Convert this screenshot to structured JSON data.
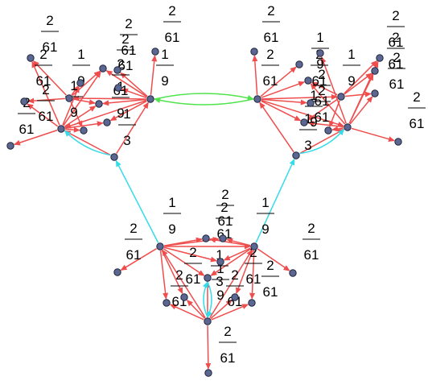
{
  "colors": {
    "red_edge": "#ef4d4d",
    "green_edge": "#4fe34c",
    "cyan_edge": "#36dbe8",
    "node_fill": "#5b6691",
    "node_stroke": "#20253d"
  },
  "nodes": [
    {
      "id": "L1"
    },
    {
      "id": "L2"
    },
    {
      "id": "L3"
    },
    {
      "id": "L4"
    },
    {
      "id": "L5"
    },
    {
      "id": "L6"
    },
    {
      "id": "L7"
    },
    {
      "id": "L8"
    },
    {
      "id": "L9"
    },
    {
      "id": "L10"
    },
    {
      "id": "L11"
    },
    {
      "id": "L12"
    },
    {
      "id": "L13"
    },
    {
      "id": "L14"
    },
    {
      "id": "L15"
    },
    {
      "id": "R1"
    },
    {
      "id": "R2"
    },
    {
      "id": "R3"
    },
    {
      "id": "R4"
    },
    {
      "id": "R5"
    },
    {
      "id": "R6"
    },
    {
      "id": "R7"
    },
    {
      "id": "R8"
    },
    {
      "id": "R9"
    },
    {
      "id": "R10"
    },
    {
      "id": "R11"
    },
    {
      "id": "R12"
    },
    {
      "id": "R13"
    },
    {
      "id": "R14"
    },
    {
      "id": "R15"
    },
    {
      "id": "B1"
    },
    {
      "id": "B2"
    },
    {
      "id": "B3"
    },
    {
      "id": "B4"
    },
    {
      "id": "B5"
    },
    {
      "id": "B6"
    },
    {
      "id": "B7"
    },
    {
      "id": "B8"
    },
    {
      "id": "B9"
    },
    {
      "id": "B10"
    },
    {
      "id": "B11"
    },
    {
      "id": "B12"
    },
    {
      "id": "B13"
    },
    {
      "id": "B14"
    }
  ],
  "edge_labels": [
    {
      "num": "2",
      "den": "61"
    },
    {
      "num": "2",
      "den": "61"
    },
    {
      "num": "1",
      "den": "9"
    },
    {
      "num": "2",
      "den": "61"
    },
    {
      "num": "2",
      "den": "61"
    },
    {
      "num": "2",
      "den": "61"
    },
    {
      "num": "1",
      "den": "9"
    },
    {
      "num": "2",
      "den": "61"
    },
    {
      "num": "1",
      "den": "9"
    },
    {
      "num": "2",
      "den": "61"
    },
    {
      "num": "1",
      "den": "9"
    },
    {
      "num": "2",
      "den": "61"
    },
    {
      "num": "1",
      "den": "3"
    },
    {
      "num": "2",
      "den": "61"
    },
    {
      "num": "2",
      "den": "61"
    },
    {
      "num": "1",
      "den": "9"
    },
    {
      "num": "2",
      "den": "61"
    },
    {
      "num": "2",
      "den": "61"
    },
    {
      "num": "2",
      "den": "61"
    },
    {
      "num": "1",
      "den": "9"
    },
    {
      "num": "2",
      "den": "61"
    },
    {
      "num": "1",
      "den": "9"
    },
    {
      "num": "2",
      "den": "61"
    },
    {
      "num": "2",
      "den": "61"
    },
    {
      "num": "2",
      "den": "61"
    },
    {
      "num": "1",
      "den": "3"
    },
    {
      "num": "2",
      "den": "61"
    },
    {
      "num": "1",
      "den": "9"
    },
    {
      "num": "2",
      "den": "61"
    },
    {
      "num": "2",
      "den": "61"
    },
    {
      "num": "1",
      "den": "9"
    },
    {
      "num": "2",
      "den": "61"
    },
    {
      "num": "2",
      "den": "61"
    },
    {
      "num": "2",
      "den": "61"
    },
    {
      "num": "2",
      "den": "61"
    },
    {
      "num": "1",
      "den": "3"
    },
    {
      "num": "2",
      "den": "61"
    },
    {
      "num": "1",
      "den": "9"
    },
    {
      "num": "2",
      "den": "61"
    },
    {
      "num": "2",
      "den": "61"
    }
  ]
}
